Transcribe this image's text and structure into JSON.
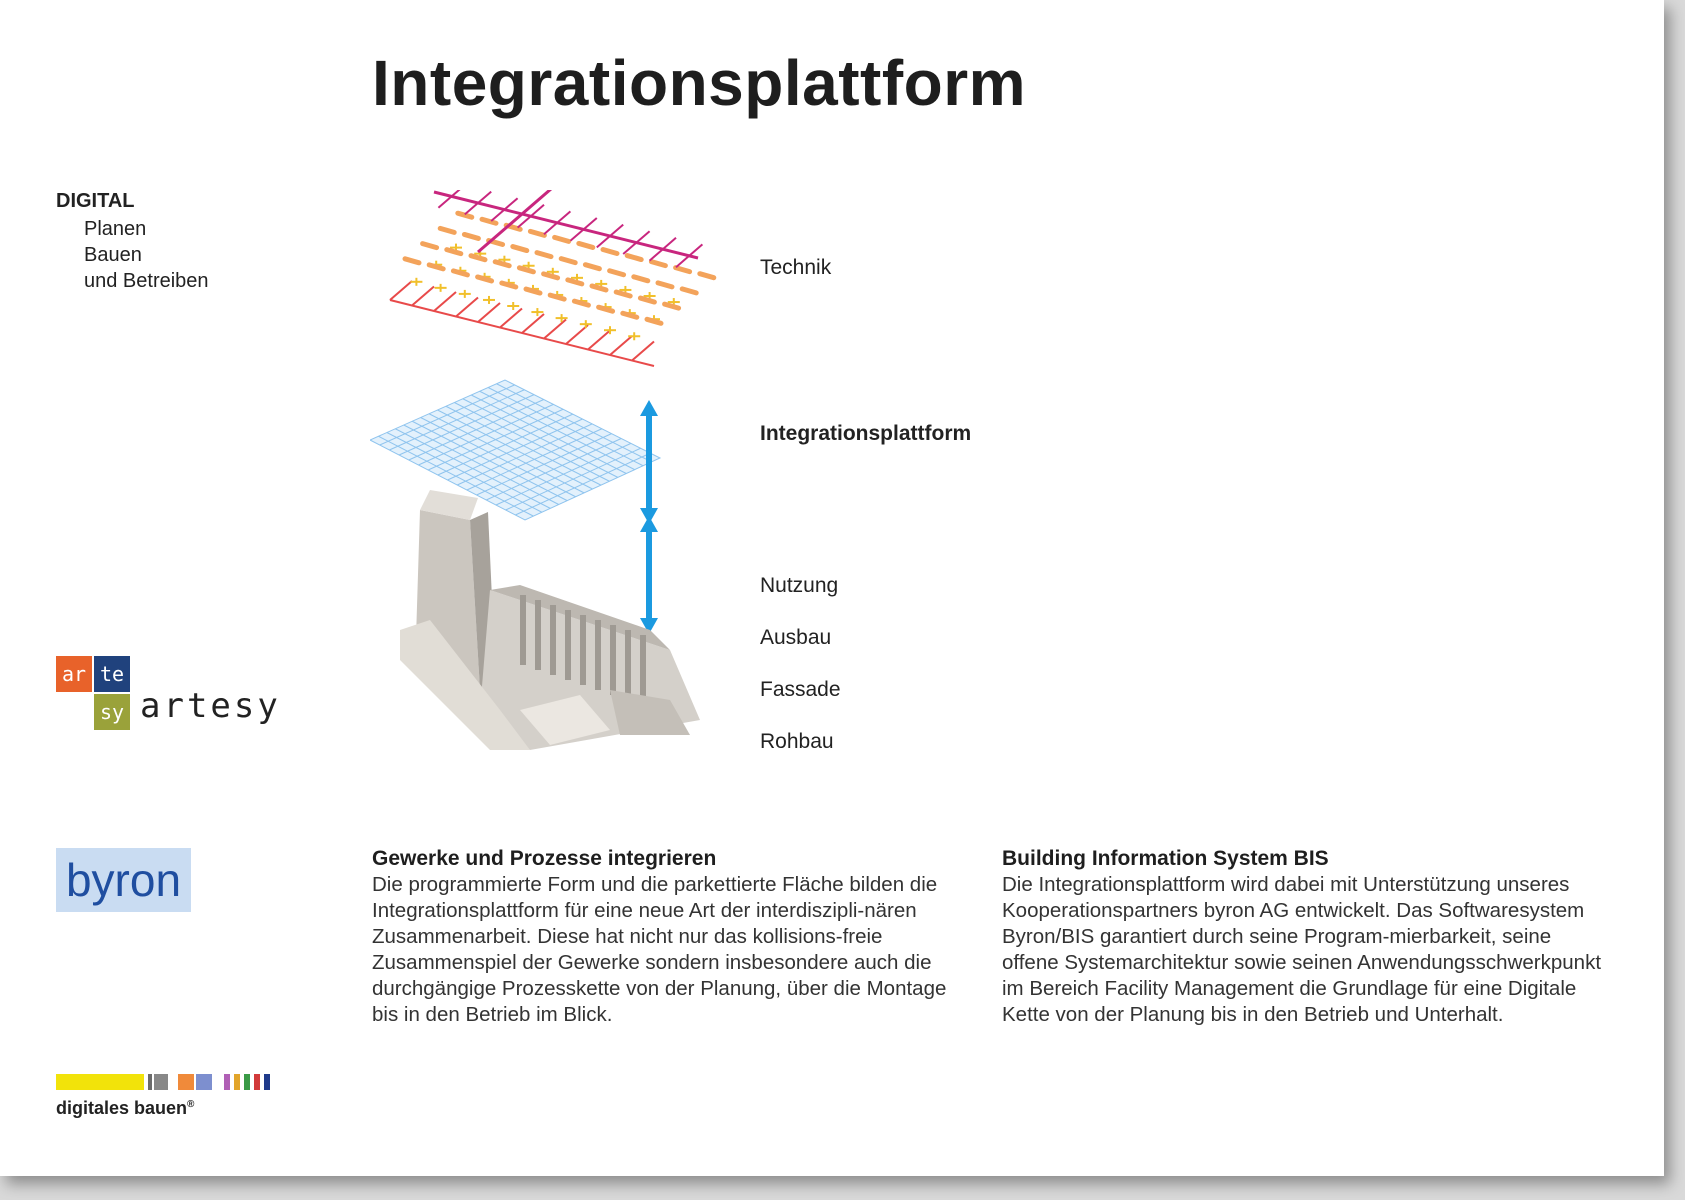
{
  "title": "Integrationsplattform",
  "sidebar": {
    "heading": "DIGITAL",
    "items": [
      "Planen",
      "Bauen",
      "und Betreiben"
    ]
  },
  "diagram": {
    "labels": {
      "technik": "Technik",
      "platform": "Integrationsplattform",
      "nutzung": "Nutzung",
      "ausbau": "Ausbau",
      "fassade": "Fassade",
      "rohbau": "Rohbau"
    },
    "colors": {
      "pipes": "#c8267e",
      "ducts": "#f3a35b",
      "fixtures": "#f1c02b",
      "electric": "#e84a4a",
      "grid": "#8fc4ee",
      "arrow": "#1b9ae0"
    }
  },
  "logos": {
    "artesy": {
      "ar": "ar",
      "te": "te",
      "sy": "sy",
      "word": "artesy",
      "colors": {
        "ar": "#e8622a",
        "te": "#20427d",
        "sy": "#9aa23a"
      }
    },
    "byron": {
      "word": "byron",
      "bg": "#c9dcf2",
      "fg": "#1f4ea0"
    },
    "digitales_bauen": {
      "word": "digitales bauen",
      "reg": "®",
      "bar_colors": [
        "#f2e30a",
        "#6b6b6b",
        "#888888",
        "#f08a3a",
        "#7d8fcf",
        "#b05fb5",
        "#e2a52a",
        "#3a9a46",
        "#d23a3a",
        "#1f3a8a"
      ]
    }
  },
  "columns": [
    {
      "heading": "Gewerke und Prozesse integrieren",
      "body": "Die programmierte Form und die parkettierte Fläche bilden die Integrationsplattform für eine neue Art der interdiszipli-nären Zusammenarbeit. Diese hat nicht nur das kollisions-freie Zusammenspiel der Gewerke sondern insbesondere auch die durchgängige Prozesskette von der Planung, über die Montage bis in den Betrieb im Blick."
    },
    {
      "heading": "Building Information System BIS",
      "body": "Die Integrationsplattform wird dabei mit Unterstützung unseres Kooperationspartners byron AG entwickelt. Das Softwaresystem Byron/BIS garantiert durch seine Program-mierbarkeit, seine offene Systemarchitektur sowie seinen Anwendungsschwerkpunkt im Bereich Facility Management die Grundlage für eine Digitale Kette von der Planung bis in den Betrieb und Unterhalt."
    }
  ]
}
